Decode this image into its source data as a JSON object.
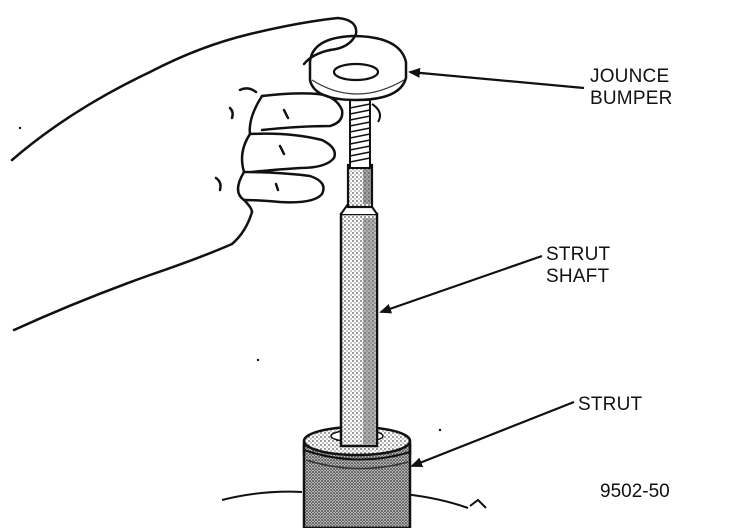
{
  "labels": {
    "jounce_bumper": [
      "JOUNCE",
      "BUMPER"
    ],
    "strut_shaft": [
      "STRUT",
      "SHAFT"
    ],
    "strut": "STRUT"
  },
  "figure_number": "9502-50",
  "colors": {
    "ink": "#111111",
    "paper": "#ffffff",
    "shade": "#8a8a8a"
  }
}
